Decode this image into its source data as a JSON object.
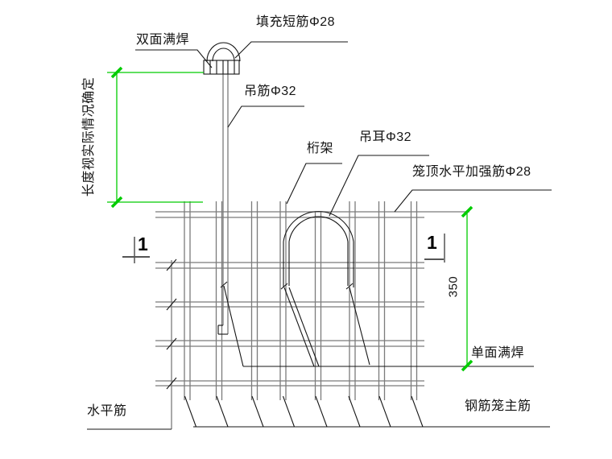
{
  "drawing": {
    "title_hint": "钢筋笼吊筋/吊耳焊接大样",
    "labels": {
      "fill_short_bar": "填充短筋Φ28",
      "double_side_full_weld": "双面满焊",
      "hanging_bar": "吊筋Φ32",
      "truss": "桁架",
      "lifting_ear": "吊耳Φ32",
      "cage_top_strengthen_bar": "笼顶水平加强筋Φ28",
      "length_note": "长度视实际情况确定",
      "single_side_full_weld": "单面满焊",
      "horizontal_bar": "水平筋",
      "cage_main_bar": "钢筋笼主筋",
      "dim_350": "350",
      "section_mark": "1"
    },
    "colors": {
      "dimension_green": "#00cc00",
      "rebar_gray": "#7b7b7b",
      "line_black": "#151515",
      "background": "#ffffff"
    }
  }
}
